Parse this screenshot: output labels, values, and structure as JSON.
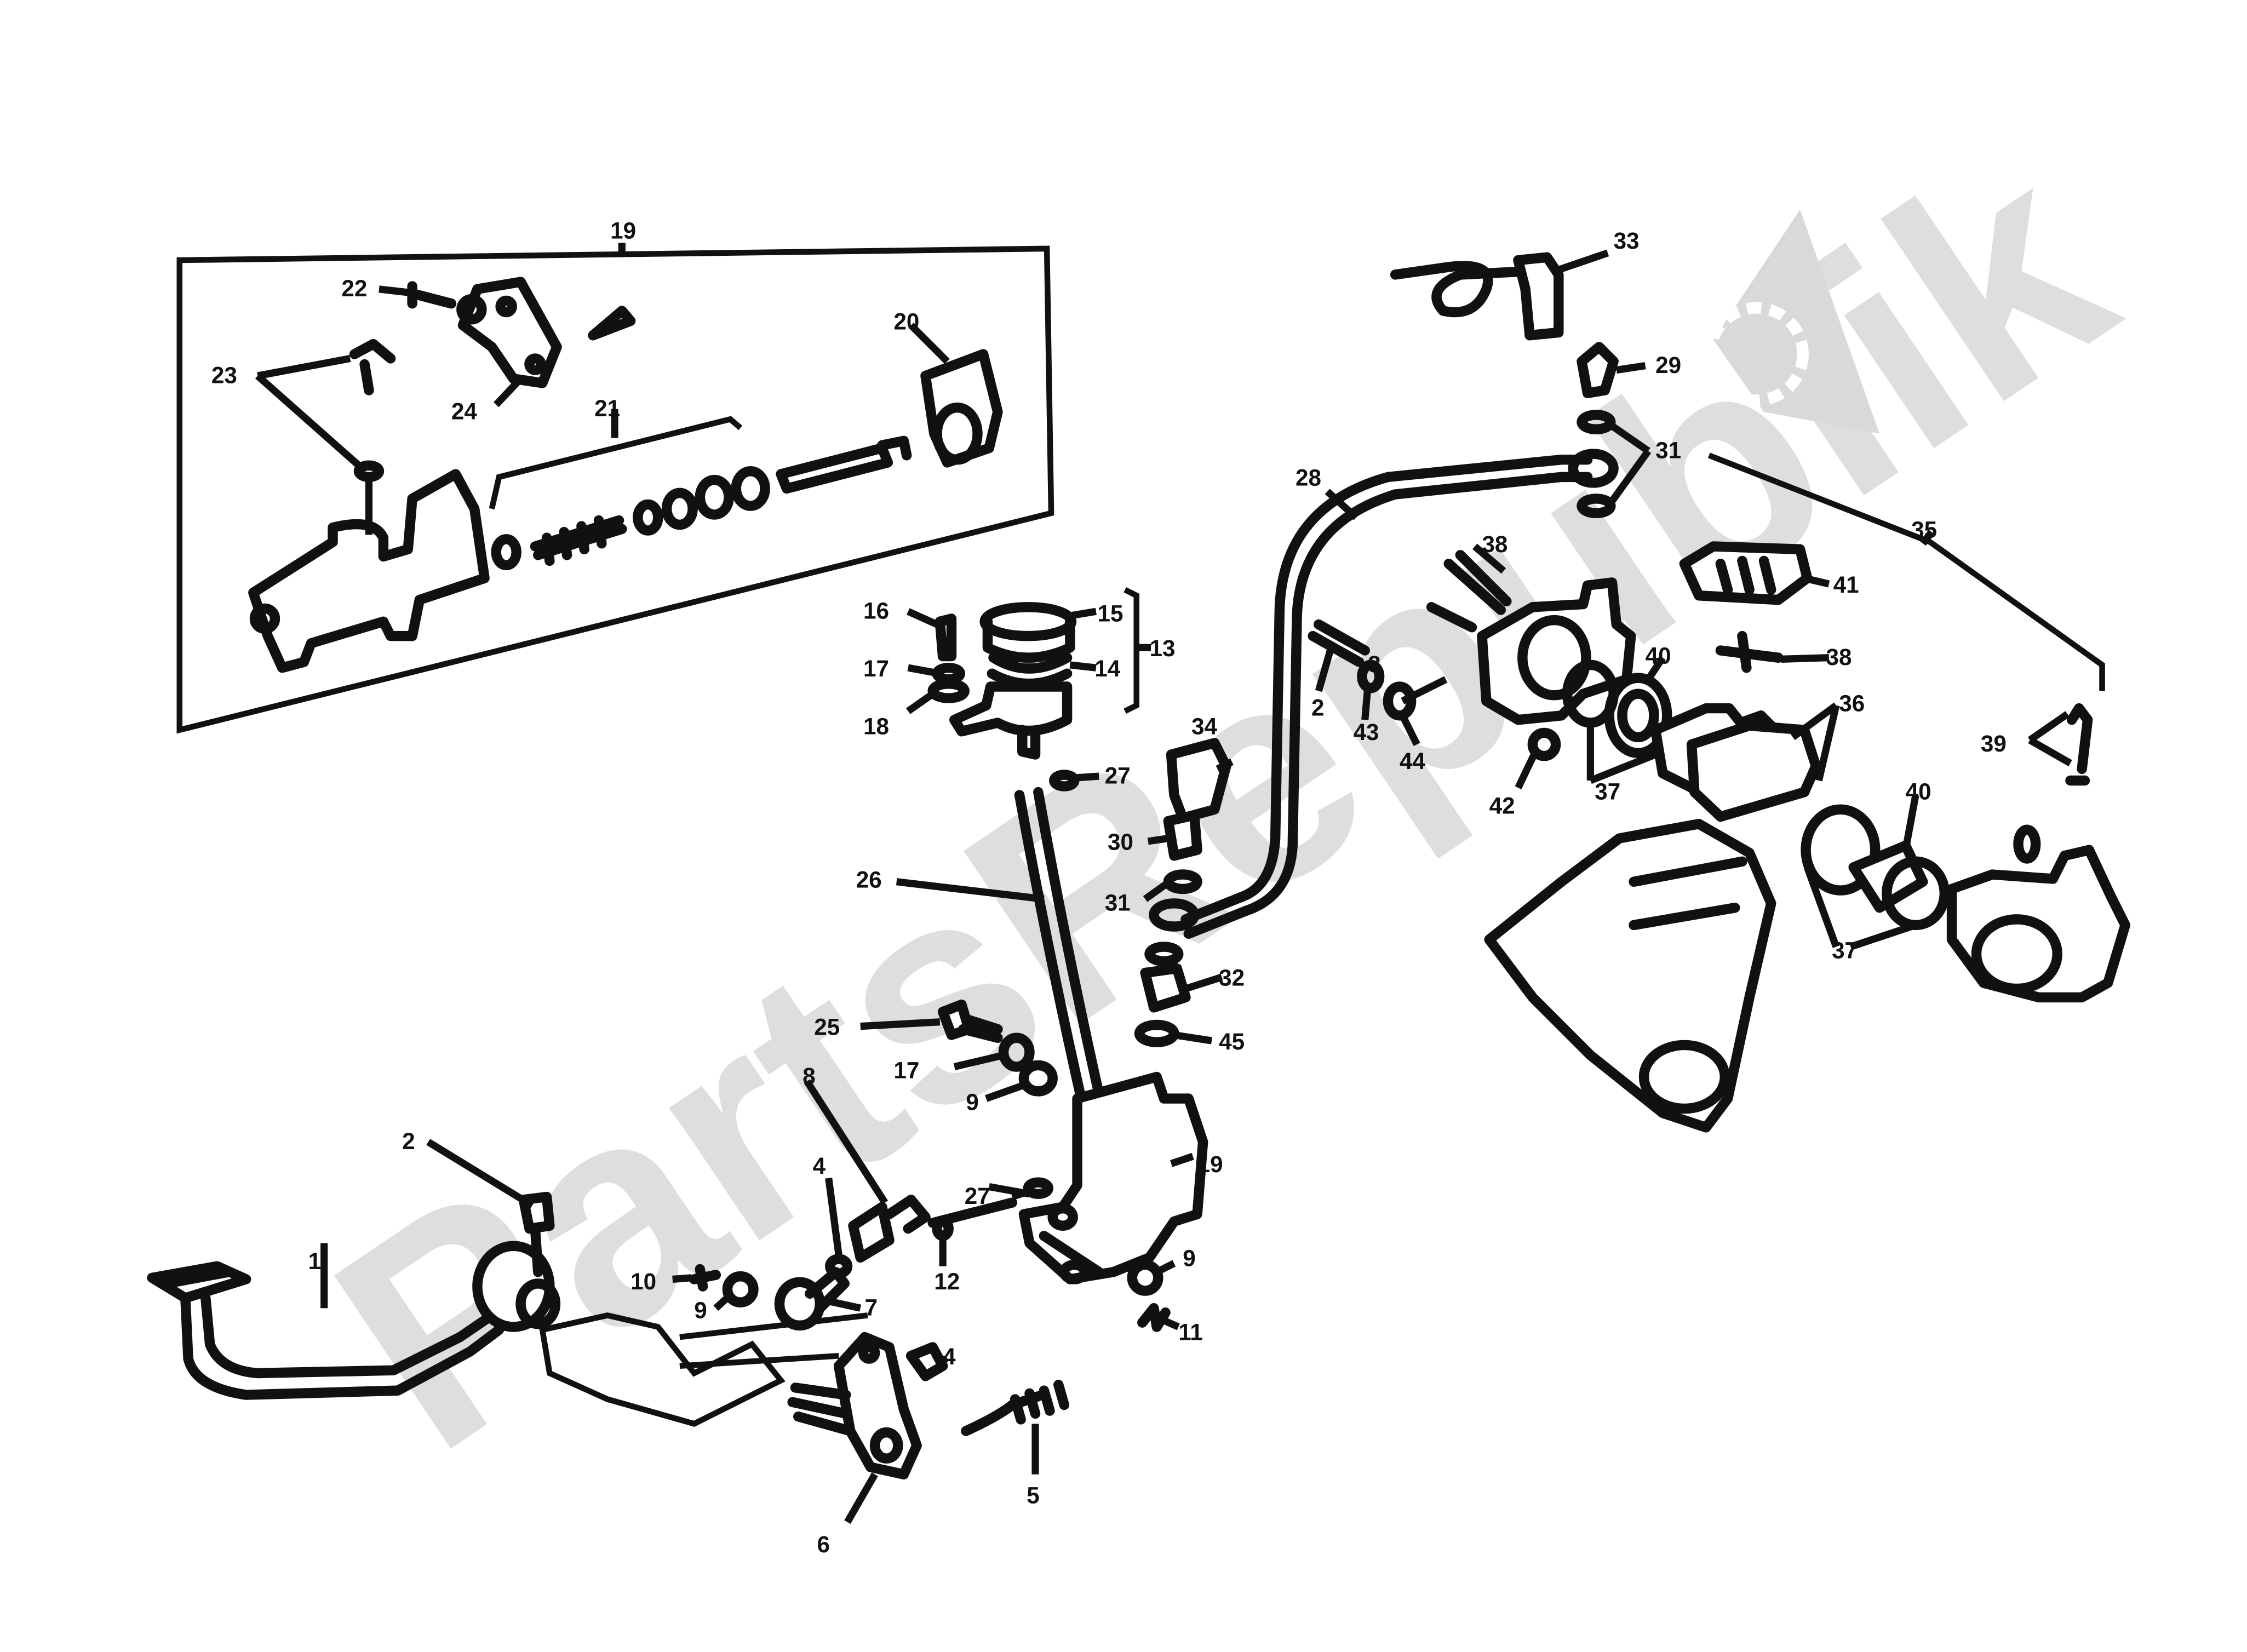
{
  "watermark": {
    "text": "PartsRepublik",
    "color": "#d9d9d9"
  },
  "callouts": [
    {
      "id": "c1",
      "label": "1"
    },
    {
      "id": "c2a",
      "label": "2"
    },
    {
      "id": "c2b",
      "label": "2"
    },
    {
      "id": "c4a",
      "label": "4"
    },
    {
      "id": "c4b",
      "label": "4"
    },
    {
      "id": "c5",
      "label": "5"
    },
    {
      "id": "c6",
      "label": "6"
    },
    {
      "id": "c7",
      "label": "7"
    },
    {
      "id": "c8a",
      "label": "8"
    },
    {
      "id": "c8b",
      "label": "8"
    },
    {
      "id": "c9a",
      "label": "9"
    },
    {
      "id": "c9b",
      "label": "9"
    },
    {
      "id": "c9c",
      "label": "9"
    },
    {
      "id": "c10",
      "label": "10"
    },
    {
      "id": "c11",
      "label": "11"
    },
    {
      "id": "c12",
      "label": "12"
    },
    {
      "id": "c13",
      "label": "13"
    },
    {
      "id": "c14",
      "label": "14"
    },
    {
      "id": "c15",
      "label": "15"
    },
    {
      "id": "c16",
      "label": "16"
    },
    {
      "id": "c17a",
      "label": "17"
    },
    {
      "id": "c17b",
      "label": "17"
    },
    {
      "id": "c18",
      "label": "18"
    },
    {
      "id": "c19a",
      "label": "19"
    },
    {
      "id": "c19b",
      "label": "19"
    },
    {
      "id": "c20",
      "label": "20"
    },
    {
      "id": "c21",
      "label": "21"
    },
    {
      "id": "c22",
      "label": "22"
    },
    {
      "id": "c23",
      "label": "23"
    },
    {
      "id": "c24",
      "label": "24"
    },
    {
      "id": "c25",
      "label": "25"
    },
    {
      "id": "c26",
      "label": "26"
    },
    {
      "id": "c27a",
      "label": "27"
    },
    {
      "id": "c27b",
      "label": "27"
    },
    {
      "id": "c28",
      "label": "28"
    },
    {
      "id": "c29",
      "label": "29"
    },
    {
      "id": "c30",
      "label": "30"
    },
    {
      "id": "c31a",
      "label": "31"
    },
    {
      "id": "c31b",
      "label": "31"
    },
    {
      "id": "c32",
      "label": "32"
    },
    {
      "id": "c33",
      "label": "33"
    },
    {
      "id": "c34",
      "label": "34"
    },
    {
      "id": "c35",
      "label": "35"
    },
    {
      "id": "c36",
      "label": "36"
    },
    {
      "id": "c37a",
      "label": "37"
    },
    {
      "id": "c37b",
      "label": "37"
    },
    {
      "id": "c38a",
      "label": "38"
    },
    {
      "id": "c38b",
      "label": "38"
    },
    {
      "id": "c39",
      "label": "39"
    },
    {
      "id": "c40a",
      "label": "40"
    },
    {
      "id": "c40b",
      "label": "40"
    },
    {
      "id": "c41",
      "label": "41"
    },
    {
      "id": "c42",
      "label": "42"
    },
    {
      "id": "c43",
      "label": "43"
    },
    {
      "id": "c44",
      "label": "44"
    },
    {
      "id": "c45",
      "label": "45"
    }
  ]
}
